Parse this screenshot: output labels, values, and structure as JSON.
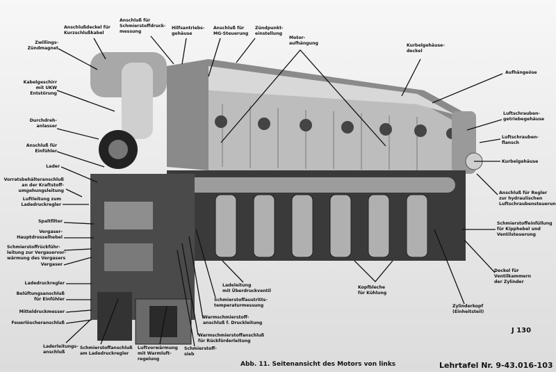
{
  "figure": {
    "caption": "Abb. 11. Seitenansicht des Motors von links",
    "plate_code": "J 130",
    "plate_number": "Lehrtafel Nr. 9-43.016-103"
  },
  "labels": {
    "top": [
      "Zwillings-\nZündmagnet",
      "Anschlußdeckel für\nKurzschlußkabel",
      "Anschluß für\nSchmierstoffdruck-\nmessung",
      "Hilfsantriebs-\ngehäuse",
      "Anschluß für\nMG-Steuerung",
      "Zündpunkt-\neinstellung",
      "Motor-\naufhängung",
      "Kurbelgehäuse-\ndeckel"
    ],
    "right": [
      "Aufhängeöse",
      "Luftschrauben-\ngetriebegehäuse",
      "Luftschrauben-\nflansch",
      "Kurbelgehäuse",
      "Anschluß für Regler\nzur hydraulischen\nLuftschraubensteuerung",
      "Schmierstoffeinfüllung\nfür Kipphebel und\nVentilsteuerung",
      "Deckel für\nVentilkammern\nder Zylinder",
      "Zylinderkopf\n(Einheitsteil)"
    ],
    "left": [
      "Kabelgeschirr\nmit UKW\nEntstörung",
      "Durchdreh-\nanlasser",
      "Anschluß für\nEinfühler",
      "Lader",
      "Vorratsbehälteranschluß\nan der Kraftstoff-\numgehungsleitung",
      "Luftleitung zum\nLadedruckregler",
      "Spaltfilter",
      "Vergaser-\nHauptdrosselhebel",
      "Schmierstoffrückführ-\nleitung zur Vergaservor-\nwärmung des Vergasers",
      "Vergaser",
      "Ladedruckregler",
      "Belüftungsanschluß\nfür Einfühler",
      "Mitteldruckmesser",
      "Feuerlöscheranschluß"
    ],
    "bottom": [
      "Laderleitungs-\nanschluß",
      "Schmierstoffanschluß\nam Ladedruckregler",
      "Luftvorwärmung\nmit Warmluft-\nregelung",
      "Schmierstoff-\nsieb",
      "Warmschmierstoffanschluß\nfür Rückförderleitung",
      "Warmschmierstoff-\nanschluß f. Druckleitung",
      "Schmierstoffaustritts-\ntemperaturmessung",
      "Ladeleitung\nmit Überdruckventil",
      "Kopfbleche\nfür Kühlung"
    ]
  }
}
